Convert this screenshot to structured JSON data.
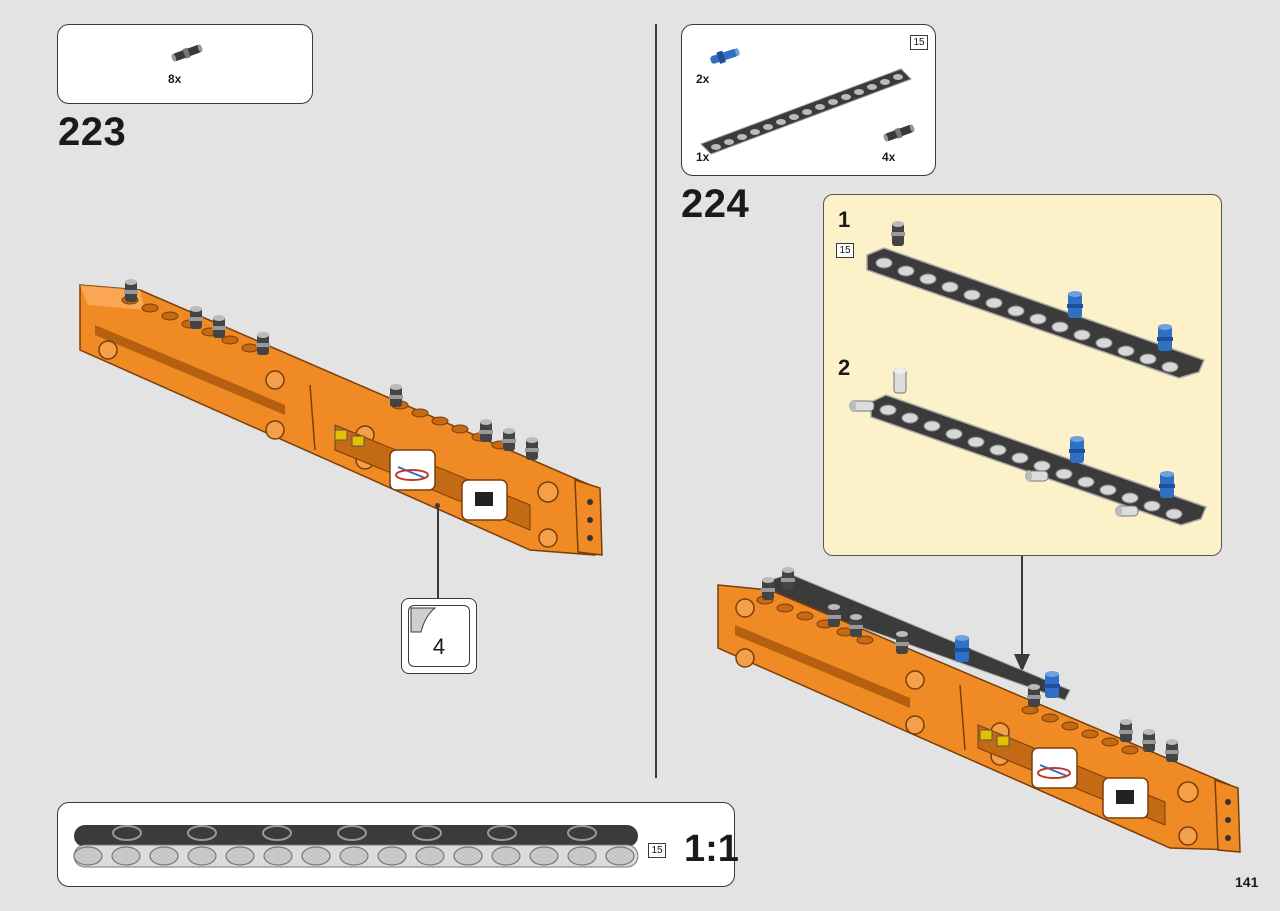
{
  "step_223": {
    "number": "223",
    "parts": [
      {
        "name": "pin-gray",
        "qty": "8x"
      }
    ],
    "callout": {
      "label": "4"
    }
  },
  "step_224": {
    "number": "224",
    "parts": [
      {
        "name": "pin-blue",
        "qty": "2x"
      },
      {
        "name": "beam-15",
        "qty": "1x"
      },
      {
        "name": "pin-gray",
        "qty": "4x"
      }
    ],
    "part_box_length": "15",
    "substeps": [
      {
        "label": "1",
        "length": "15"
      },
      {
        "label": "2"
      }
    ]
  },
  "scale_reference": {
    "length": "15",
    "label": "1:1"
  },
  "page_number": "141",
  "colors": {
    "background": "#e3e3e3",
    "orange": "#f08a24",
    "beam": "#3b3b3b",
    "pin_blue": "#2f6fc4",
    "panel": "#fcf1c9"
  }
}
